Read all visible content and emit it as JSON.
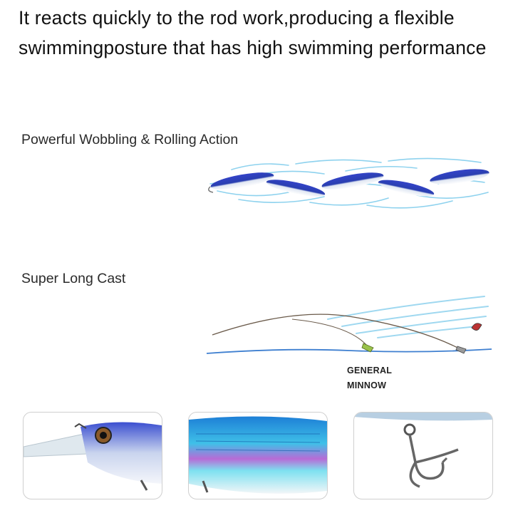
{
  "headline": "It reacts quickly to the rod work,producing a flexible swimmingposture that has high swimming performance",
  "features": {
    "wobble_label": "Powerful Wobbling & Rolling Action",
    "cast_label": "Super Long Cast",
    "cast_caption_line1": "GENERAL",
    "cast_caption_line2": "MINNOW"
  },
  "colors": {
    "lure_blue": "#2a3fb0",
    "water_line": "#3e7fd0",
    "water_spray": "#7cc8ea",
    "rod_line": "#6a5a4a"
  },
  "icons": [
    "wobbling-lure-icon",
    "casting-lure-icon",
    "lip-closeup-photo",
    "body-closeup-photo",
    "hook-closeup-photo"
  ]
}
